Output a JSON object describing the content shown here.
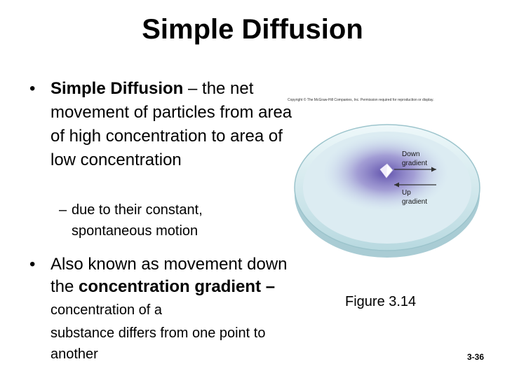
{
  "slide": {
    "title": "Simple Diffusion",
    "bullet_symbol": "•",
    "bullet1": {
      "lead": "Simple Diffusion",
      "rest": " – the net movement of particles from area of high concentration to area of low concentration"
    },
    "sub_bullet": {
      "dash": "–",
      "text": "due to their constant, spontaneous motion"
    },
    "bullet2": {
      "intro": "Also known as movement down the ",
      "term": "concentration gradient",
      "dash": " – ",
      "def_small": "concentration of a",
      "def_tail": "substance differs from one point to another"
    },
    "copyright": "Copyright © The McGraw-Hill Companies, Inc. Permission required for reproduction or display.",
    "figure": {
      "down_label_1": "Down",
      "down_label_2": "gradient",
      "up_label_1": "Up",
      "up_label_2": "gradient",
      "dish_color": "#d9eef2",
      "dye_color": "#6a5ab5"
    },
    "caption": "Figure 3.14",
    "page_number": "3-36"
  }
}
